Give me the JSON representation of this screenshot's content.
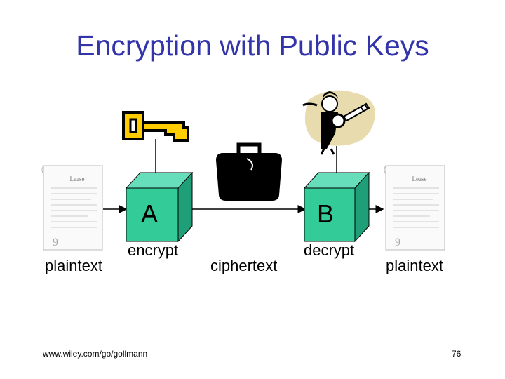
{
  "slide": {
    "title": "Encryption with Public Keys",
    "footer_url": "www.wiley.com/go/gollmann",
    "page_number": "76"
  },
  "diagram": {
    "left_document": {
      "label": "plaintext",
      "doc_heading": "Lease"
    },
    "encrypt_box": {
      "letter": "A",
      "label": "encrypt",
      "key_icon": "key-icon"
    },
    "ciphertext": {
      "label": "ciphertext",
      "icon": "briefcase-icon"
    },
    "decrypt_box": {
      "letter": "B",
      "label": "decrypt",
      "key_icon": "person-with-keys-icon"
    },
    "right_document": {
      "label": "plaintext",
      "doc_heading": "Lease"
    }
  },
  "colors": {
    "title": "#3333aa",
    "box_front": "#33cc99",
    "box_top": "#66ddbb",
    "box_side": "#1f9f77",
    "key": "#ffcc00"
  }
}
